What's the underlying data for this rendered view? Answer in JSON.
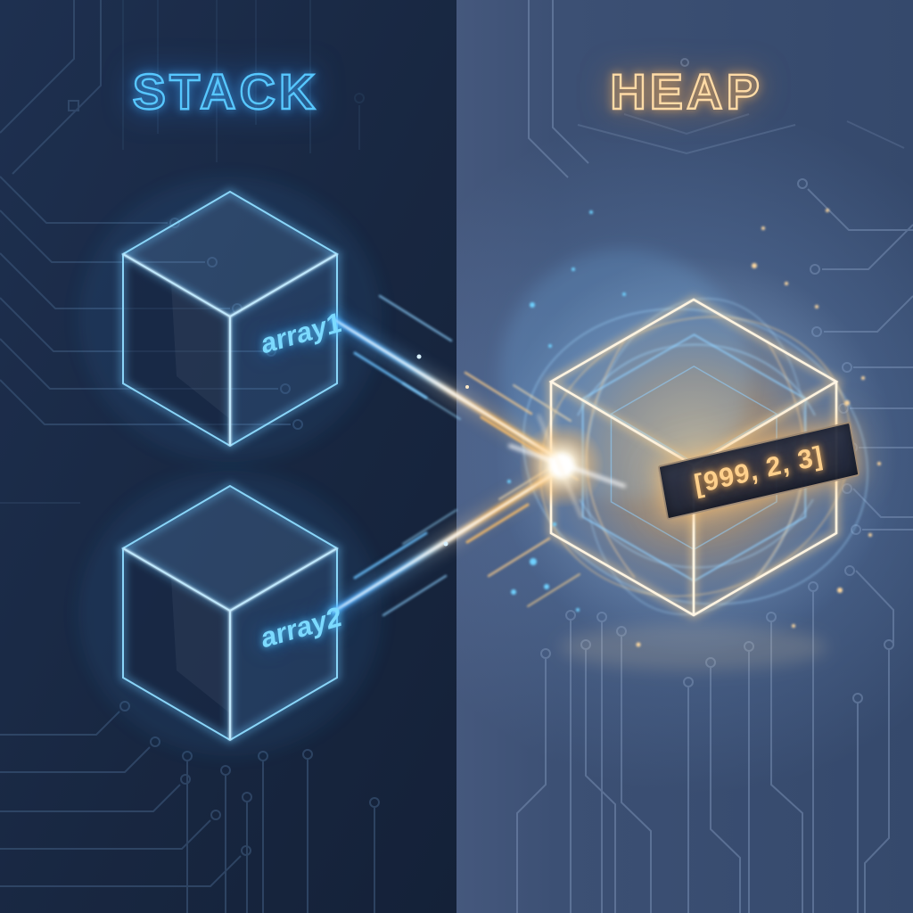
{
  "titles": {
    "stack": "STACK",
    "heap": "HEAP"
  },
  "stack": {
    "items": [
      {
        "label": "array1"
      },
      {
        "label": "array2"
      }
    ]
  },
  "heap": {
    "value": "[999, 2, 3]"
  },
  "colors": {
    "stack_accent": "#57c7ff",
    "heap_accent": "#ffd08c",
    "beam_blue": "#4fb0ff",
    "beam_orange": "#ffbe62",
    "left_background": "#182741",
    "right_background": "#3c5074",
    "heap_panel_background": "#232839",
    "circuit_left": "#3b5578",
    "circuit_right": "#7d94b8"
  }
}
